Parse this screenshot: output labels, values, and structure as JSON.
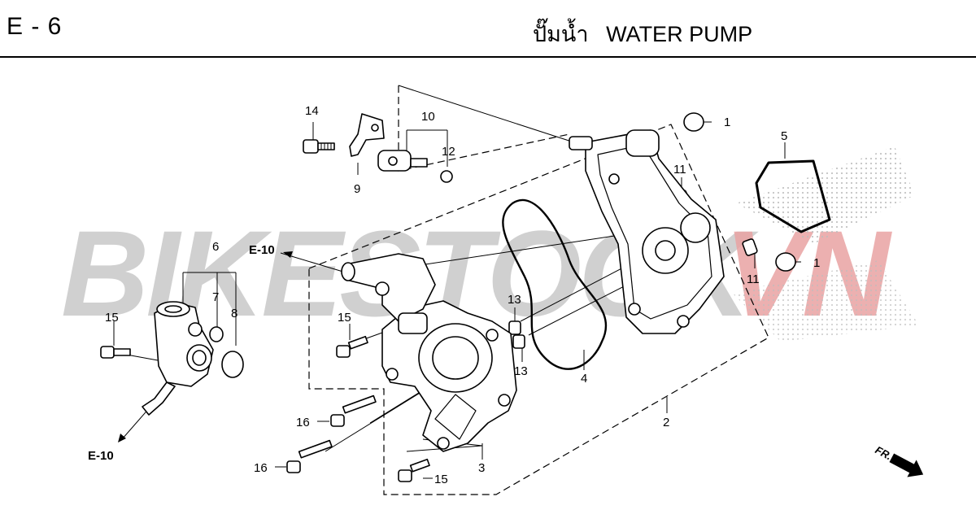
{
  "header": {
    "section_code": "E - 6",
    "title_thai": "ปั๊มน้ำ",
    "title_en": "WATER PUMP"
  },
  "watermark": {
    "text_main": "BIKESTOCK",
    "text_accent": "VN",
    "color_main": "#c8c8c8",
    "color_accent": "#e9a3a3"
  },
  "references": [
    "E-10",
    "E-10"
  ],
  "callouts": [
    "1",
    "1",
    "2",
    "3",
    "4",
    "5",
    "6",
    "7",
    "8",
    "9",
    "10",
    "11",
    "11",
    "12",
    "13",
    "13",
    "14",
    "15",
    "15",
    "15",
    "16",
    "16"
  ],
  "direction_label": "FR."
}
